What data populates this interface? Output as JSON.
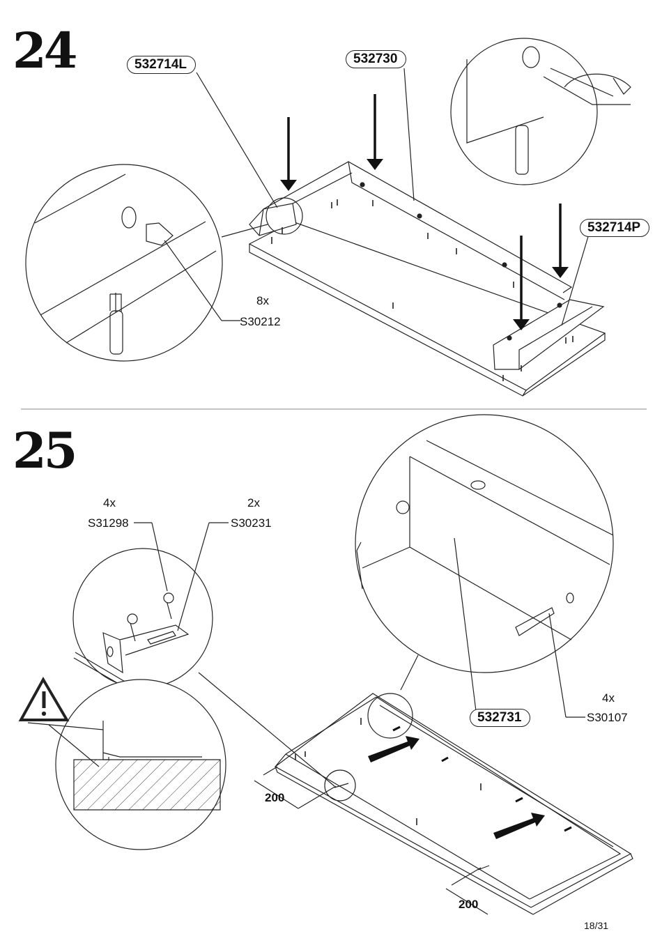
{
  "page": {
    "number": "18/31"
  },
  "step24": {
    "number": "24",
    "parts": {
      "left": "532714L",
      "back": "532730",
      "right": "532714P"
    },
    "hardware": {
      "qty": "8x",
      "code": "S30212"
    }
  },
  "step25": {
    "number": "25",
    "screw": {
      "qty": "4x",
      "code": "S31298"
    },
    "bracket": {
      "qty": "2x",
      "code": "S30231"
    },
    "panel": "532731",
    "long_screw": {
      "qty": "4x",
      "code": "S30107"
    },
    "dimensions": [
      "200",
      "200"
    ]
  }
}
